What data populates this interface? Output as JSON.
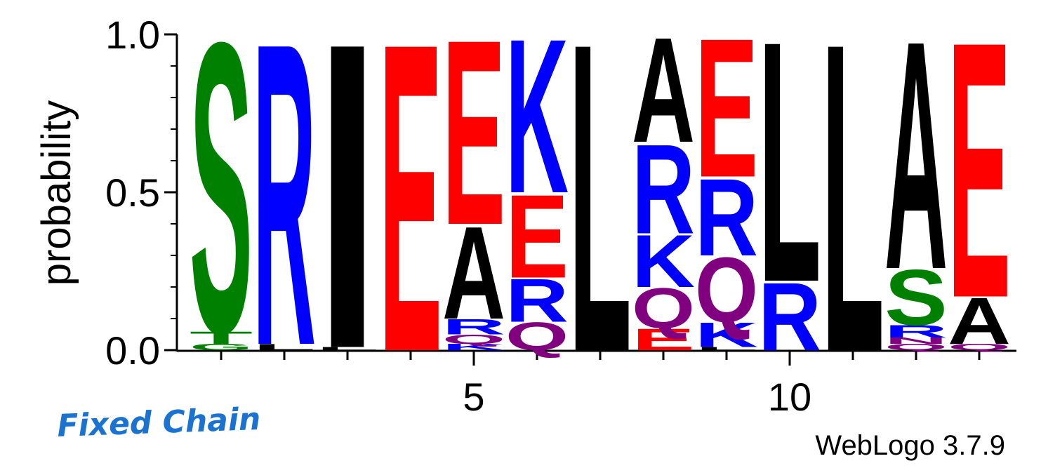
{
  "chart_data": {
    "type": "sequence-logo",
    "ylabel": "probability",
    "ylim": [
      0,
      1
    ],
    "yticks": [
      "0.0",
      "0.5",
      "1.0"
    ],
    "xticks": [
      5,
      10
    ],
    "positions": [
      {
        "pos": 1,
        "letters": [
          {
            "aa": "G",
            "p": 0.02
          },
          {
            "aa": "T",
            "p": 0.04
          },
          {
            "aa": "S",
            "p": 0.94
          }
        ]
      },
      {
        "pos": 2,
        "letters": [
          {
            "aa": "L",
            "p": 0.02
          },
          {
            "aa": "R",
            "p": 0.98
          }
        ]
      },
      {
        "pos": 3,
        "letters": [
          {
            "aa": "L",
            "p": 0.01
          },
          {
            "aa": "I",
            "p": 0.99
          }
        ]
      },
      {
        "pos": 4,
        "letters": [
          {
            "aa": "E",
            "p": 1.0
          }
        ]
      },
      {
        "pos": 5,
        "letters": [
          {
            "aa": "K",
            "p": 0.02
          },
          {
            "aa": "Q",
            "p": 0.03
          },
          {
            "aa": "R",
            "p": 0.05
          },
          {
            "aa": "A",
            "p": 0.3
          },
          {
            "aa": "E",
            "p": 0.6
          }
        ]
      },
      {
        "pos": 6,
        "letters": [
          {
            "aa": "Q",
            "p": 0.09
          },
          {
            "aa": "R",
            "p": 0.14
          },
          {
            "aa": "E",
            "p": 0.27
          },
          {
            "aa": "K",
            "p": 0.5
          }
        ]
      },
      {
        "pos": 7,
        "letters": [
          {
            "aa": "L",
            "p": 1.0
          }
        ]
      },
      {
        "pos": 8,
        "letters": [
          {
            "aa": "E",
            "p": 0.07
          },
          {
            "aa": "Q",
            "p": 0.13
          },
          {
            "aa": "K",
            "p": 0.17
          },
          {
            "aa": "R",
            "p": 0.29
          },
          {
            "aa": "A",
            "p": 0.34
          }
        ]
      },
      {
        "pos": 9,
        "letters": [
          {
            "aa": "L",
            "p": 0.01
          },
          {
            "aa": "K",
            "p": 0.08
          },
          {
            "aa": "Q",
            "p": 0.21
          },
          {
            "aa": "R",
            "p": 0.25
          },
          {
            "aa": "E",
            "p": 0.45
          }
        ]
      },
      {
        "pos": 10,
        "letters": [
          {
            "aa": "R",
            "p": 0.22
          },
          {
            "aa": "L",
            "p": 0.78
          }
        ]
      },
      {
        "pos": 11,
        "letters": [
          {
            "aa": "L",
            "p": 1.0
          }
        ]
      },
      {
        "pos": 12,
        "letters": [
          {
            "aa": "Q",
            "p": 0.02
          },
          {
            "aa": "N",
            "p": 0.02
          },
          {
            "aa": "R",
            "p": 0.04
          },
          {
            "aa": "S",
            "p": 0.18
          },
          {
            "aa": "A",
            "p": 0.74
          }
        ]
      },
      {
        "pos": 13,
        "letters": [
          {
            "aa": "Q",
            "p": 0.02
          },
          {
            "aa": "A",
            "p": 0.15
          },
          {
            "aa": "E",
            "p": 0.83
          }
        ]
      }
    ],
    "colors": {
      "S": "#008000",
      "T": "#008000",
      "G": "#008000",
      "R": "#0000ff",
      "K": "#0000ff",
      "E": "#ff0000",
      "D": "#ff0000",
      "Q": "#800080",
      "N": "#800080",
      "A": "#000000",
      "L": "#000000",
      "I": "#000000",
      "V": "#000000",
      "M": "#000000",
      "F": "#000000"
    }
  },
  "annotation": {
    "text": "Fixed Chain",
    "color": "#1a73d0"
  },
  "credit": {
    "text": "WebLogo 3.7.9"
  }
}
